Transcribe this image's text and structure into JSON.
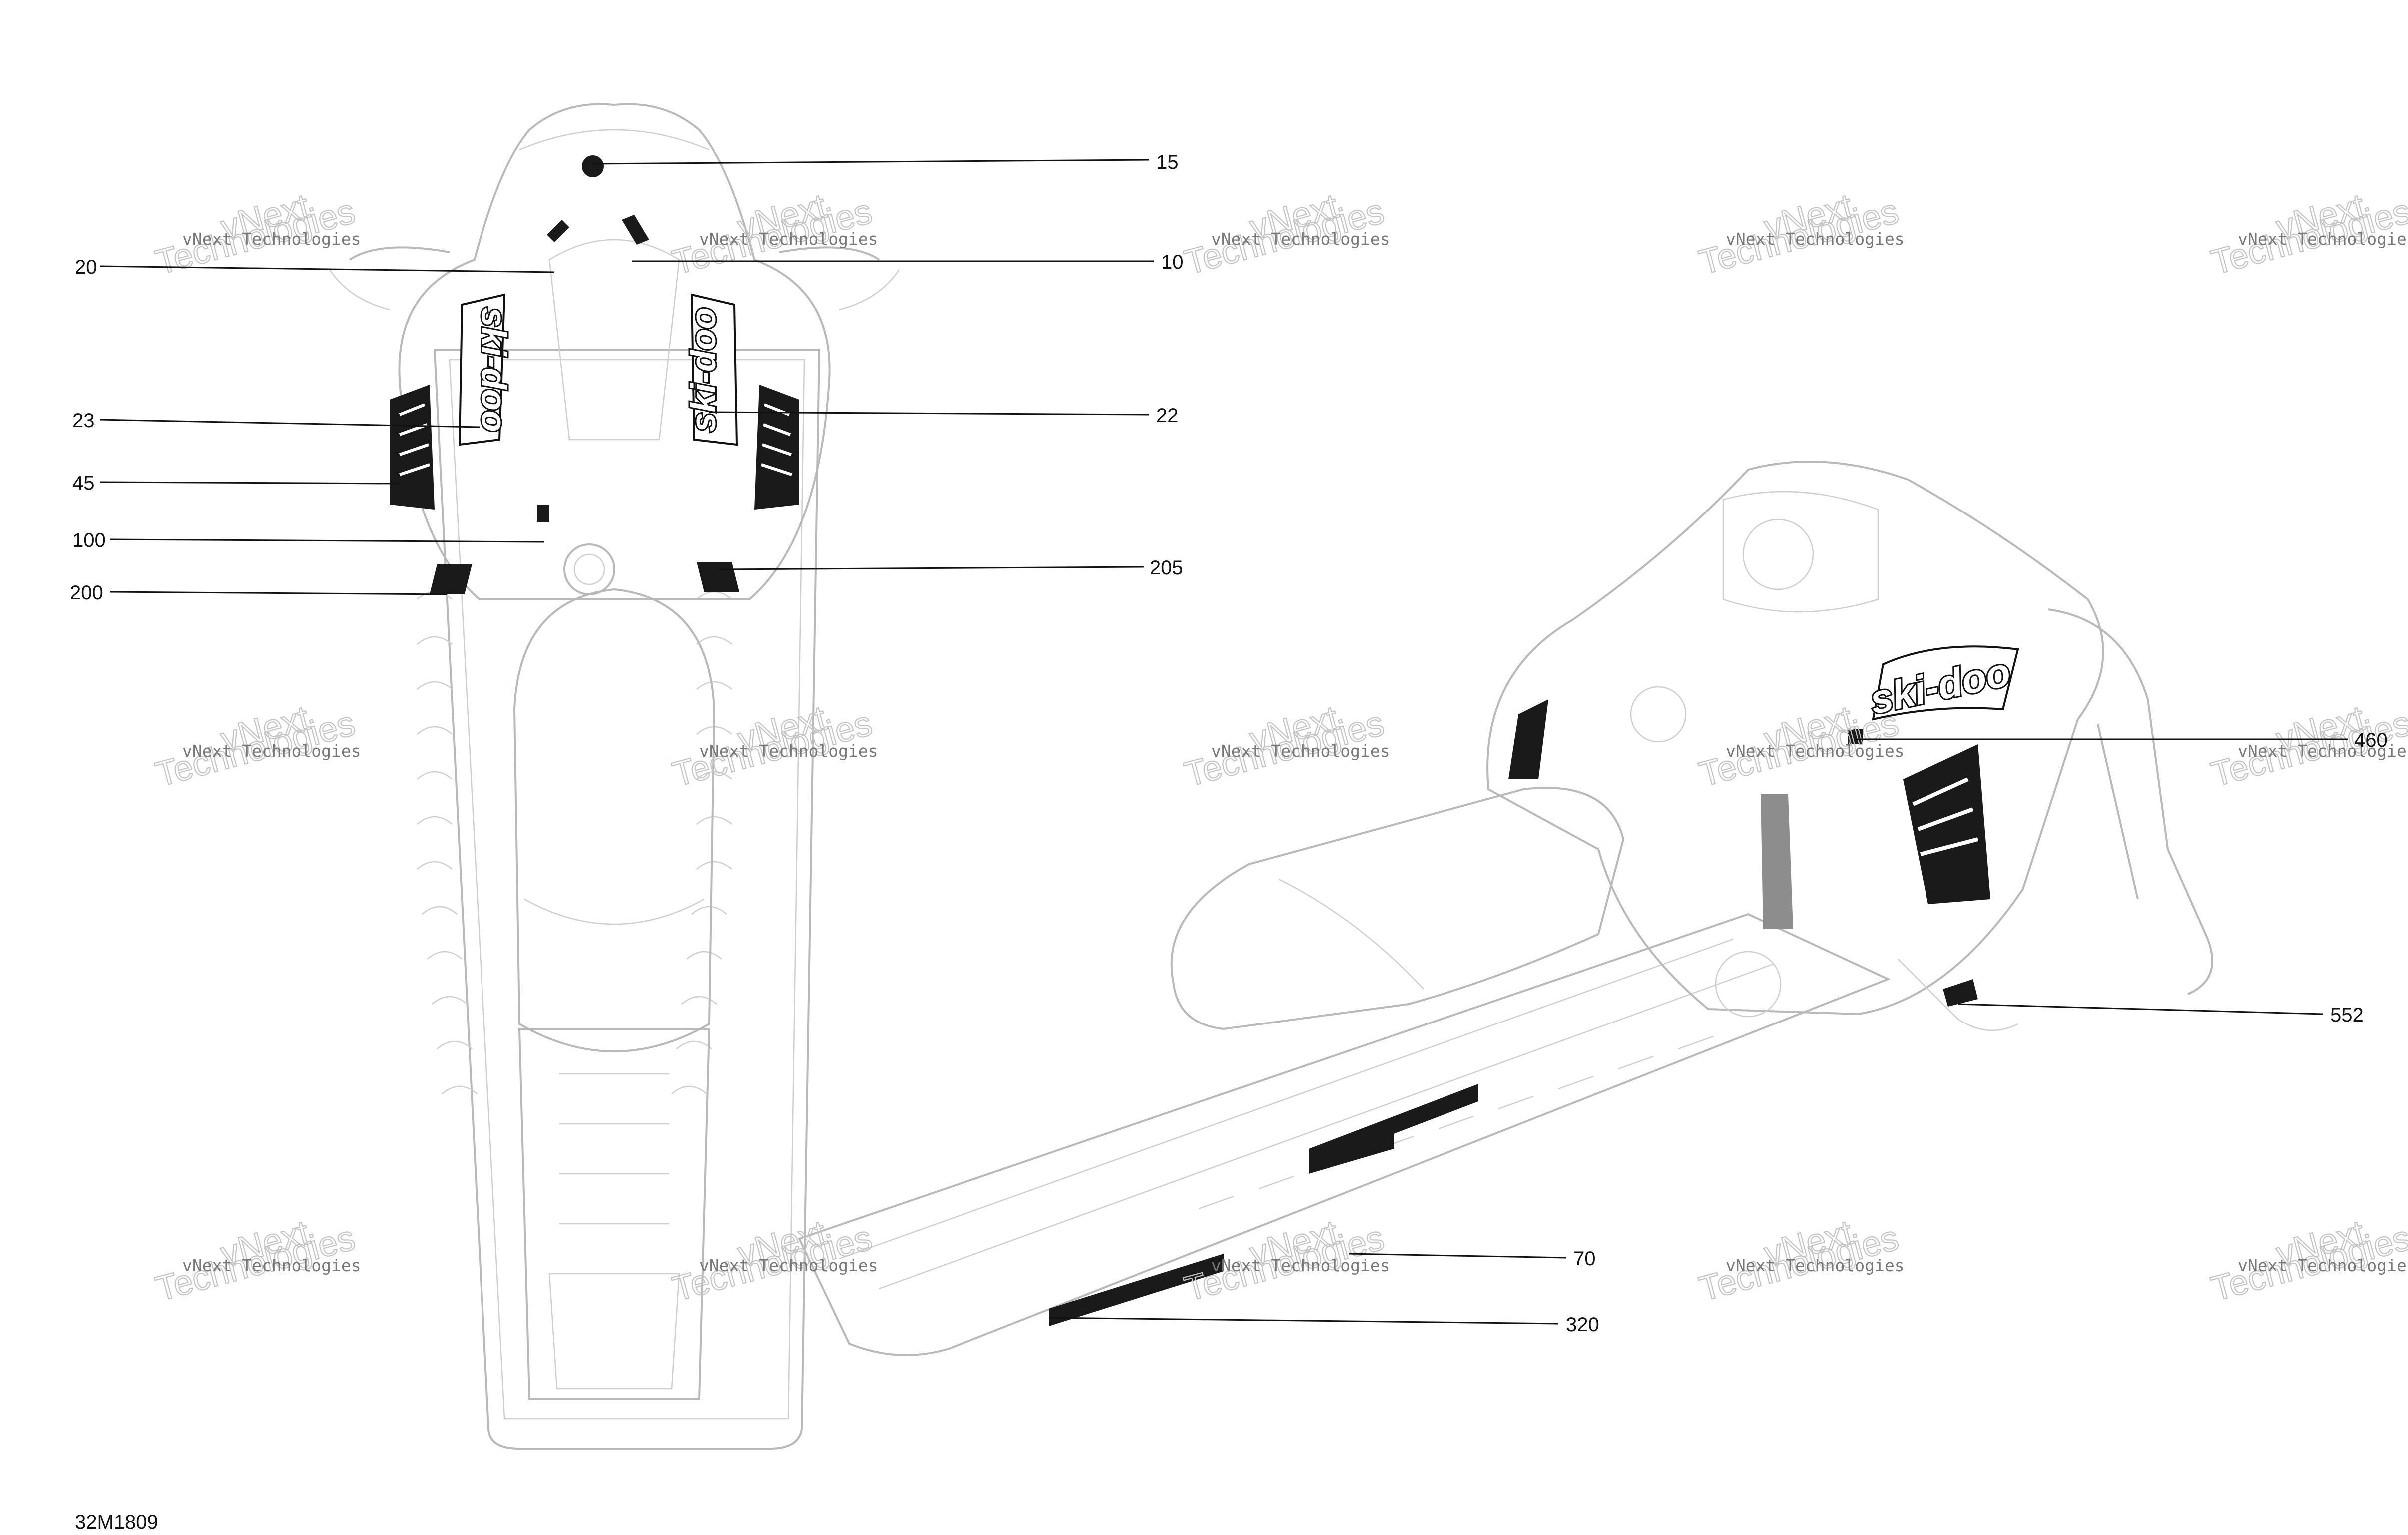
{
  "figure_code": "32M1809",
  "watermark": {
    "line1": "vNext Technologies",
    "line2": "vNext",
    "line3": "Technologies"
  },
  "decal_logo_text": "ski-doo",
  "callouts": [
    {
      "id": "15",
      "label": "15"
    },
    {
      "id": "20",
      "label": "20"
    },
    {
      "id": "10",
      "label": "10"
    },
    {
      "id": "23",
      "label": "23"
    },
    {
      "id": "22",
      "label": "22"
    },
    {
      "id": "45",
      "label": "45"
    },
    {
      "id": "100",
      "label": "100"
    },
    {
      "id": "205",
      "label": "205"
    },
    {
      "id": "200",
      "label": "200"
    },
    {
      "id": "460",
      "label": "460"
    },
    {
      "id": "552",
      "label": "552"
    },
    {
      "id": "70",
      "label": "70"
    },
    {
      "id": "320",
      "label": "320"
    }
  ],
  "colors": {
    "ink": "#111111",
    "drawing": "#b9b9b9",
    "watermark": "#c4c4c4"
  }
}
